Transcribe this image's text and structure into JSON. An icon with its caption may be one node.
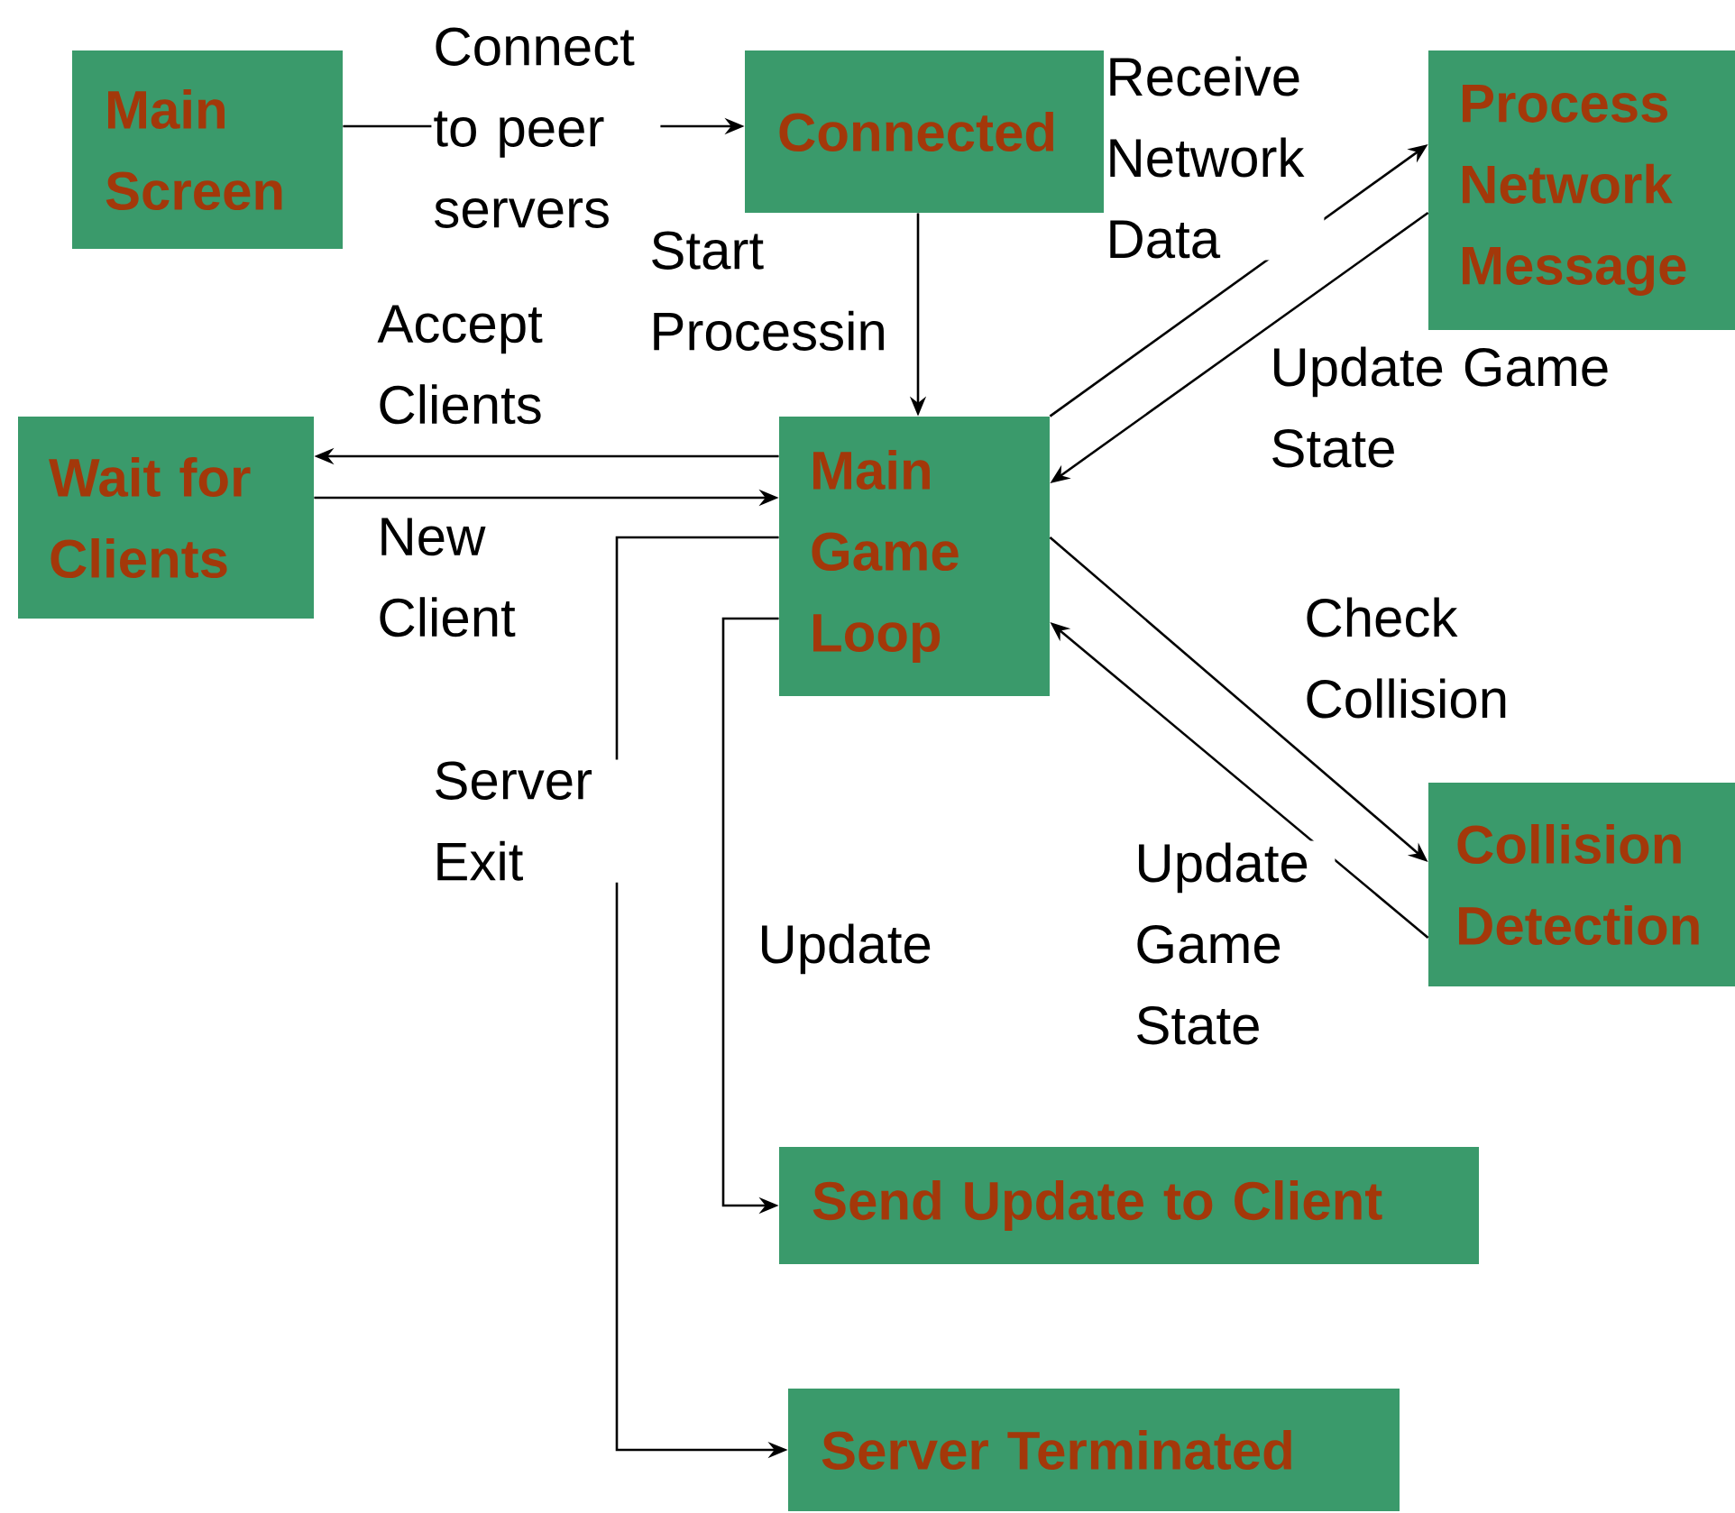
{
  "diagram": {
    "nodes": [
      {
        "text": [
          "Main Screen"
        ]
      },
      {
        "text": [
          "Connected"
        ]
      },
      {
        "text": [
          "Process Network Message"
        ]
      },
      {
        "text": [
          "Wait for Clients"
        ]
      },
      {
        "text": [
          "Main Game Loop"
        ]
      },
      {
        "text": [
          "Collision Detection"
        ]
      },
      {
        "text": [
          "Send Update to Client"
        ]
      },
      {
        "text": [
          "Server Terminated"
        ]
      }
    ],
    "edges": [
      {
        "from": 0,
        "to": 1,
        "arrow": "to",
        "label": "Connect to peer servers"
      },
      {
        "from": 1,
        "to": 4,
        "arrow": "to",
        "label": "Start Processin"
      },
      {
        "from": 4,
        "to": 2,
        "arrow": "to",
        "label": "Receive Network Data"
      },
      {
        "from": 2,
        "to": 4,
        "arrow": "to",
        "label": "Update Game State"
      },
      {
        "from": 4,
        "to": 3,
        "arrow": "to",
        "label": "Accept Clients"
      },
      {
        "from": 3,
        "to": 4,
        "arrow": "to",
        "label": "New Client"
      },
      {
        "from": 4,
        "to": 5,
        "arrow": "to",
        "label": "Check Collision"
      },
      {
        "from": 5,
        "to": 4,
        "arrow": "to",
        "label": "Update Game State"
      },
      {
        "from": 4,
        "to": 6,
        "arrow": "to",
        "label": "Update"
      },
      {
        "from": 4,
        "to": 7,
        "arrow": "to",
        "label": "Server Exit"
      }
    ]
  }
}
